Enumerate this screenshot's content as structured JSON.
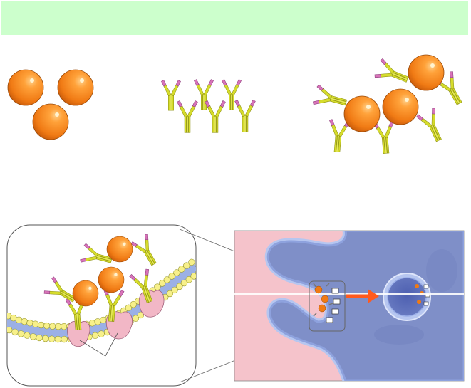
{
  "header": {
    "text": ""
  },
  "colors": {
    "header_bg": "#ccffcc",
    "antigen_orange": "#f07a14",
    "antigen_highlight": "#ffd08a",
    "antibody_yellow": "#d6dc2c",
    "antibody_pink": "#d873b8",
    "cell_outside": "#f5c3cb",
    "cell_inside": "#7f8fc8",
    "membrane_blue": "#9bb0e6",
    "receptor_pink": "#f2b7c6",
    "arrow_orange": "#ff5a1e",
    "lipid_head": "#f7f08a"
  },
  "panels": {
    "top": [
      {
        "name": "antigens",
        "icon": "antigen-sphere-icon"
      },
      {
        "name": "antibodies",
        "icon": "antibody-icon"
      },
      {
        "name": "immune-complex",
        "icon": "immune-complex-icon"
      }
    ],
    "bottom": [
      {
        "name": "receptor-binding-detail",
        "icon": "receptor-icon"
      },
      {
        "name": "endocytosis-cell-view",
        "icon": "vesicle-icon"
      }
    ]
  }
}
